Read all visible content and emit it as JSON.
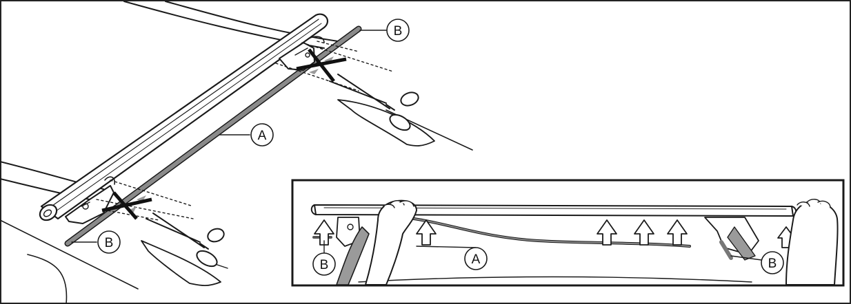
{
  "callouts": {
    "a_main": "A",
    "b_top": "B",
    "b_bottom": "B",
    "inset_a": "A",
    "inset_b_left": "B",
    "inset_b_right": "B"
  },
  "colors": {
    "line": "#1a1a1a",
    "strip": "#8a8a8a",
    "bar_fill": "#ffffff",
    "x_mark": "#111111",
    "gray_fill": "#9a9a9a"
  }
}
